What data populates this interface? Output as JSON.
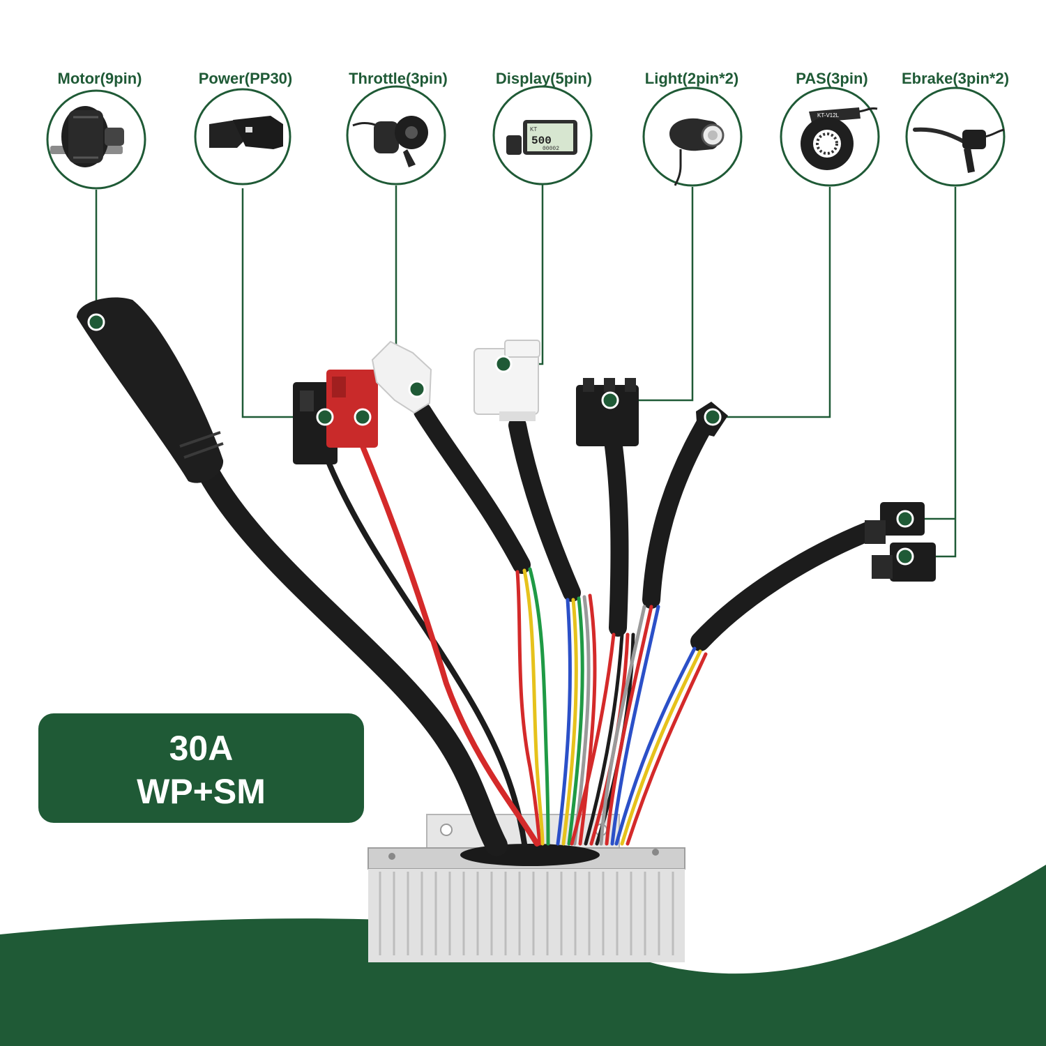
{
  "components": [
    {
      "id": "motor",
      "label": "Motor(9pin)",
      "icon": "hub-motor-icon"
    },
    {
      "id": "power",
      "label": "Power(PP30)",
      "icon": "pp30-connector-icon"
    },
    {
      "id": "throttle",
      "label": "Throttle(3pin)",
      "icon": "thumb-throttle-icon"
    },
    {
      "id": "display",
      "label": "Display(5pin)",
      "icon": "lcd-display-icon"
    },
    {
      "id": "light",
      "label": "Light(2pin*2)",
      "icon": "headlight-icon"
    },
    {
      "id": "pas",
      "label": "PAS(3pin)",
      "icon": "pas-sensor-icon"
    },
    {
      "id": "ebrake",
      "label": "Ebrake(3pin*2)",
      "icon": "brake-lever-icon"
    }
  ],
  "display_icon_text": {
    "brand": "KT",
    "speed": "500",
    "odo": "00002"
  },
  "pas_icon_text": "KT-V12L",
  "spec": {
    "current": "30A",
    "features": "WP+SM"
  },
  "colors": {
    "brand_green": "#1f5a36",
    "cable_black": "#1c1c1c",
    "wire_red": "#d42a2a",
    "wire_yellow": "#e6c21c",
    "wire_green": "#1f9a45",
    "wire_blue": "#2b50c8",
    "wire_grey": "#9a9a9a",
    "housing": "#d8d8d8"
  }
}
